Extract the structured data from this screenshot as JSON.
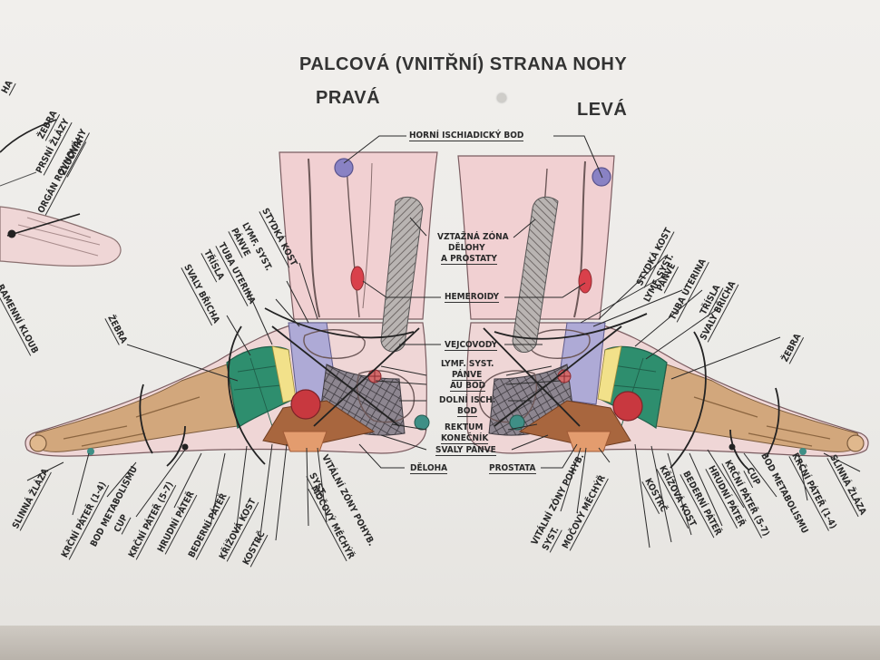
{
  "title": "PALCOVÁ (VNITŘNÍ) STRANA NOHY",
  "right_foot": "PRAVÁ",
  "left_foot": "LEVÁ",
  "center": {
    "horni_isch": "HORNÍ ISCHIADICKÝ BOD",
    "vztazna_1": "VZTAŽNÁ ZÓNA",
    "vztazna_2": "DĚLOHY",
    "vztazna_3": "A PROSTATY",
    "hemeroidy": "HEMEROIDY",
    "vejcovody": "VEJCOVODY",
    "lymf_1": "LYMF. SYST.",
    "lymf_2": "PÁNVE",
    "au_bod": "AU BOD",
    "dolni_1": "DOLNÍ ISCH.",
    "dolni_2": "BOD",
    "rektum_1": "REKTUM",
    "rektum_2": "KONEČNÍK",
    "svaly_panve": "SVALY PÁNVE",
    "deloha": "DĚLOHA",
    "prostata": "PROSTATA"
  },
  "right_labels": {
    "stydka_kost": "STYDKÁ KOST",
    "lymf_syst": "LYMF. SYST.",
    "panve": "PÁNVE",
    "tuba_uterina": "TUBA UTERINA",
    "tresla": "TŘÍSLA",
    "svaly_bricha": "SVALY BŘICHA",
    "zebra": "ŽEBRA",
    "slinna_zlaza": "SLINNÁ ŽLÁZA",
    "krcni_pater_14": "KRČNÍ PÁTEŘ (1-4)",
    "bod_metab": "BOD METABOLISMU",
    "cup": "CUP",
    "krcni_pater_57": "KRČNÍ PÁTEŘ (5-7)",
    "hrudni_pater": "HRUDNÍ PÁTEŘ",
    "bederni_pater": "BEDERNÍ PÁTEŘ",
    "krizova_kost": "KŘÍŽOVÁ KOST",
    "kostrc": "KOSTRČ",
    "vitalni_1": "VITÁLNÍ ZÓNY POHYB.",
    "vitalni_2": "SYST.",
    "mocovy": "MOČOVÝ MĚCHÝŘ"
  },
  "left_labels": {
    "stydka_kost": "STYDKÁ KOST",
    "lymf_syst": "LYMF. SYST.",
    "panve": "PÁNVE",
    "tuba_uterina": "TUBA UTERINA",
    "tresla": "TŘÍSLA",
    "svaly_bricha": "SVALY BŘICHA",
    "zebra": "ŽEBRA",
    "slinna_zlaza": "SLINNÁ ŽLÁZA",
    "krcni_pater_14": "KRČNÍ PÁTEŘ (1-4)",
    "bod_metab": "BOD METABOLISMU",
    "cup": "CUP",
    "krcni_pater_57": "KRČNÍ PÁTEŘ (5-7)",
    "hrudni_pater": "HRUDNÍ PÁTEŘ",
    "bederni_pater": "BEDERNÍ PÁTEŘ",
    "krizova_kost": "KŘÍŽOVÁ KOST",
    "kostrc": "KOSTRČ",
    "vitalni_1": "VITÁLNÍ ZÓNY POHYB.",
    "vitalni_2": "SYST.",
    "mocovy": "MOČOVÝ MĚCHÝŘ"
  },
  "prev_panel": {
    "zebra": "ŽEBRA",
    "prsni_zlazy": "PRSNÍ ŽLÁZY",
    "zlucnik": "ŽLUČNÍK",
    "organ_rovnovahy": "ORGÁN ROVNOVÁHY",
    "ramenni_kloub": "RAMENNÍ KLOUB",
    "edge_fragment": "HA"
  }
}
